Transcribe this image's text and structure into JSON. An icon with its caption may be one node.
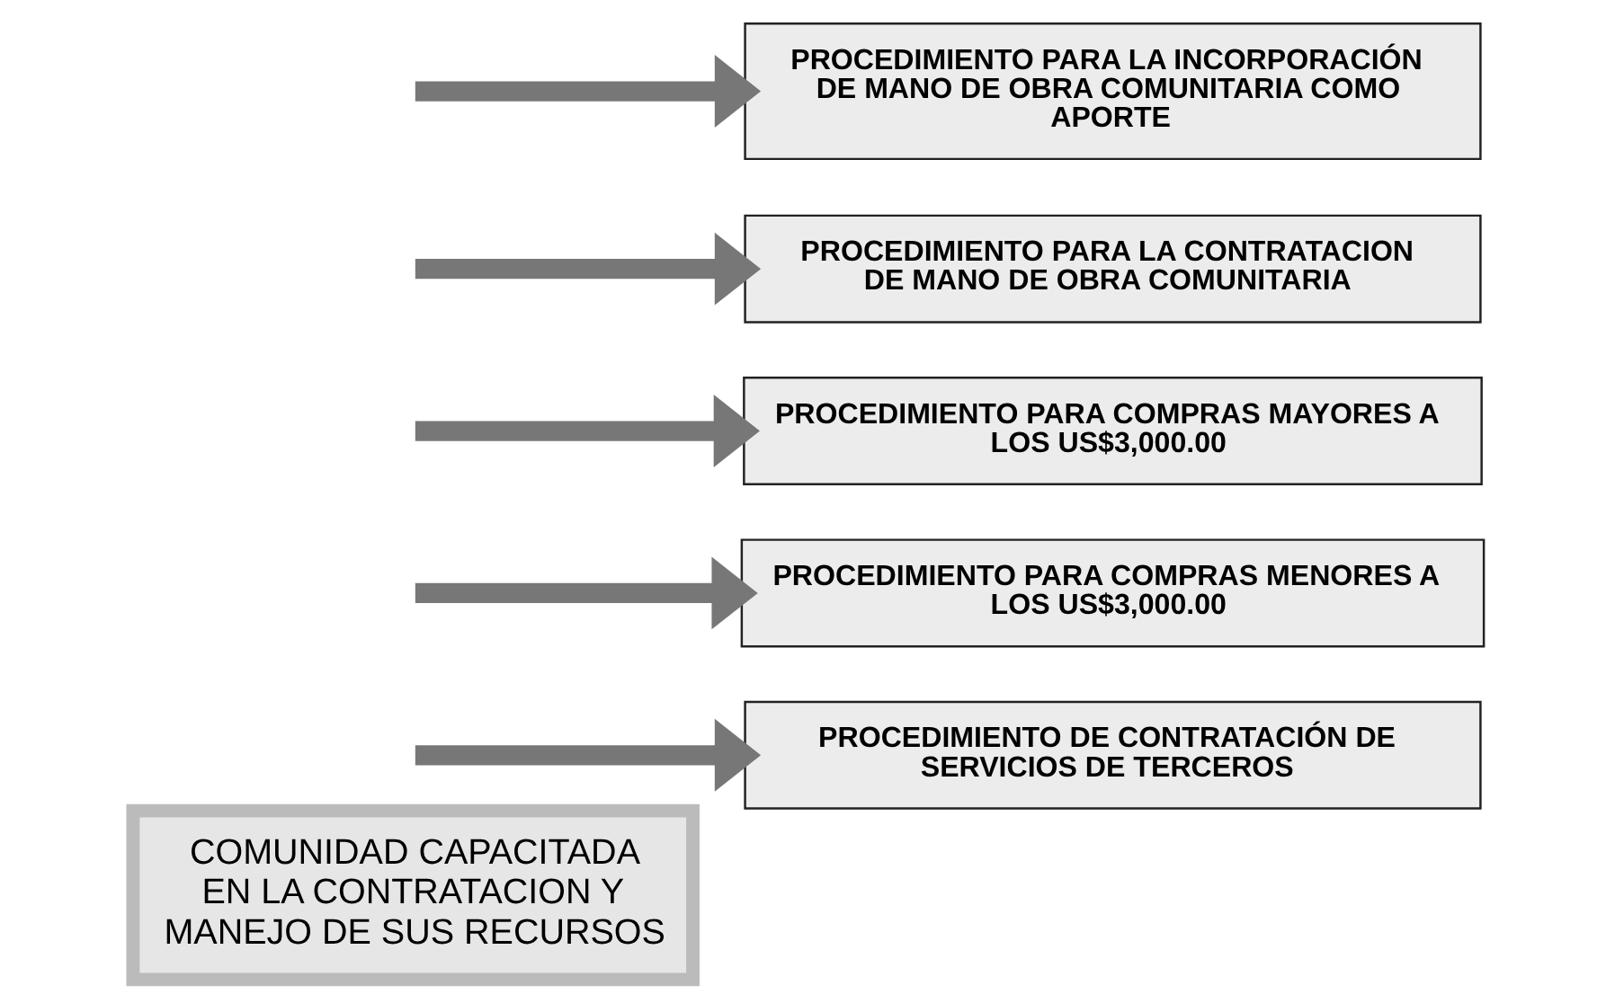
{
  "diagram": {
    "nodes": [
      {
        "text": [
          "COMUNIDAD CAPACITADA EN LA CONTRATACION Y MANEJO DE SUS RECURSOS"
        ]
      },
      {
        "text": [
          "PROCEDIMIENTO DE CONTRATACIÓN DE SERVICIOS DE TERCEROS"
        ]
      },
      {
        "text": [
          "PROCEDIMIENTO PARA COMPRAS MENORES A LOS US$3,000.00"
        ]
      },
      {
        "text": [
          "PROCEDIMIENTO PARA COMPRAS MAYORES A LOS US$3,000.00"
        ]
      },
      {
        "text": [
          "PROCEDIMIENTO PARA LA CONTRATACION DE MANO DE OBRA COMUNITARIA"
        ]
      },
      {
        "text": [
          "PROCEDIMIENTO PARA LA INCORPORACIÓN DE MANO DE OBRA COMUNITARIA COMO APORTE"
        ]
      }
    ],
    "edges": [
      {
        "from": null,
        "to": 1,
        "arrow": "to"
      },
      {
        "from": null,
        "to": 2,
        "arrow": "to"
      },
      {
        "from": null,
        "to": 3,
        "arrow": "to"
      },
      {
        "from": null,
        "to": 4,
        "arrow": "to"
      },
      {
        "from": null,
        "to": 5,
        "arrow": "to"
      }
    ]
  }
}
